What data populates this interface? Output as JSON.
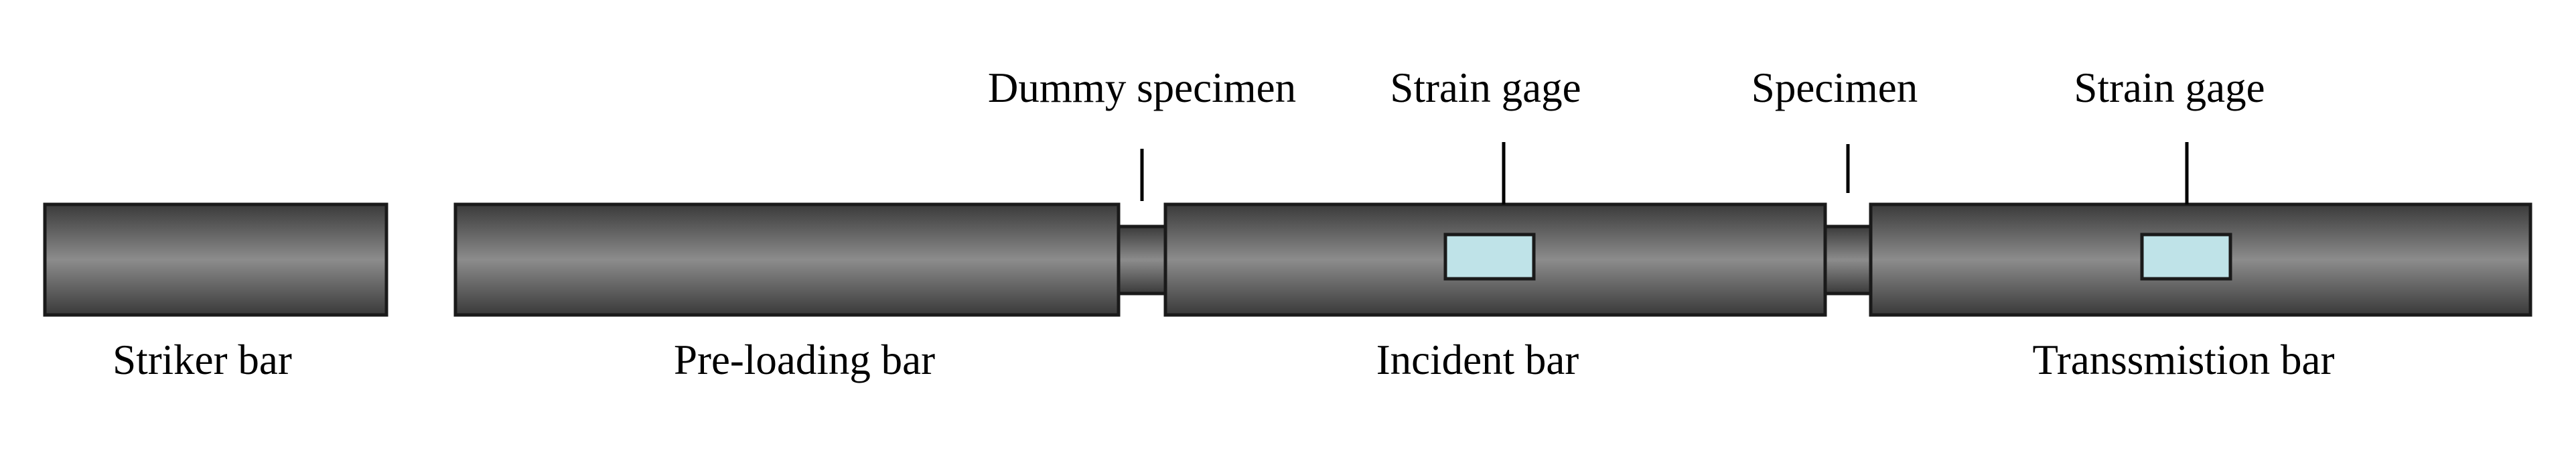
{
  "labels": {
    "striker_bar": "Striker bar",
    "preloading_bar": "Pre-loading bar",
    "incident_bar": "Incident bar",
    "transmission_bar": "Transsmistion bar",
    "dummy_specimen": "Dummy specimen",
    "strain_gage_incident": "Strain gage",
    "specimen": "Specimen",
    "strain_gage_transmission": "Strain gage"
  },
  "colors": {
    "bar_dark": "#3a3a3a",
    "bar_mid": "#8c8c8c",
    "gage_fill": "#bfe3e8",
    "outline": "#1a1a1a",
    "text": "#000000"
  }
}
